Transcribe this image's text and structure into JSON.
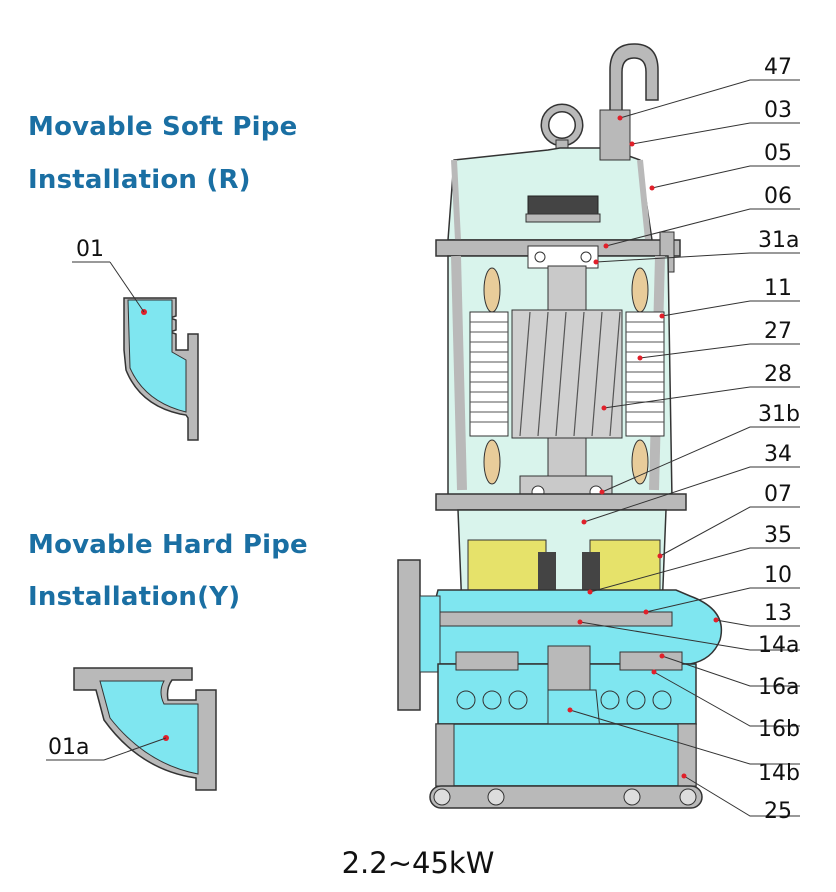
{
  "titles": {
    "soft": [
      "Movable Soft Pipe",
      "Installation (R)"
    ],
    "hard": [
      "Movable Hard Pipe",
      "Installation(Y)"
    ]
  },
  "pipe_labels": {
    "soft": "01",
    "hard": "01a"
  },
  "part_labels": [
    "47",
    "03",
    "05",
    "06",
    "31a",
    "11",
    "27",
    "28",
    "31b",
    "34",
    "07",
    "35",
    "10",
    "13",
    "14a",
    "16a",
    "16b",
    "14b",
    "25"
  ],
  "footer": "2.2~45kW",
  "colors": {
    "title": "#1a6fa3",
    "water": "#7fe6f0",
    "motor_air": "#d9f4ec",
    "oil": "#e6e26a",
    "metal": "#b8b8b8",
    "leader_dot": "#e0202a"
  }
}
